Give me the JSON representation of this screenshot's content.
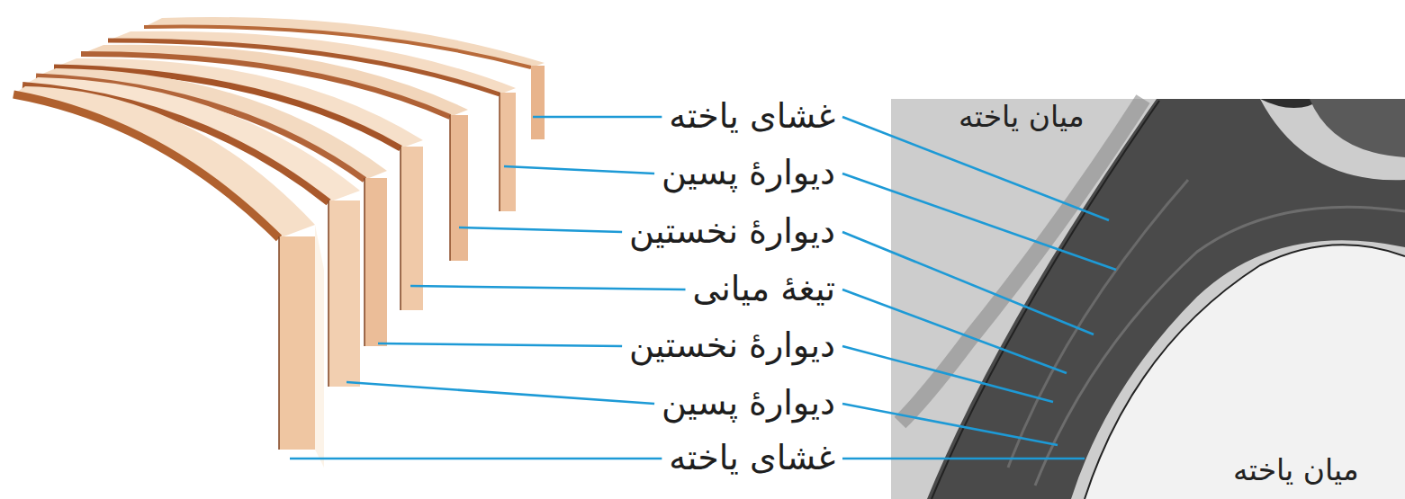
{
  "diagram": {
    "labels": [
      "غشای یاخته",
      "دیوارهٔ پسین",
      "دیوارهٔ نخستین",
      "تیغهٔ میانی",
      "دیوارهٔ نخستین",
      "دیوارهٔ پسین",
      "غشای یاخته",
      "میان یاخته",
      "میان یاخته"
    ]
  }
}
